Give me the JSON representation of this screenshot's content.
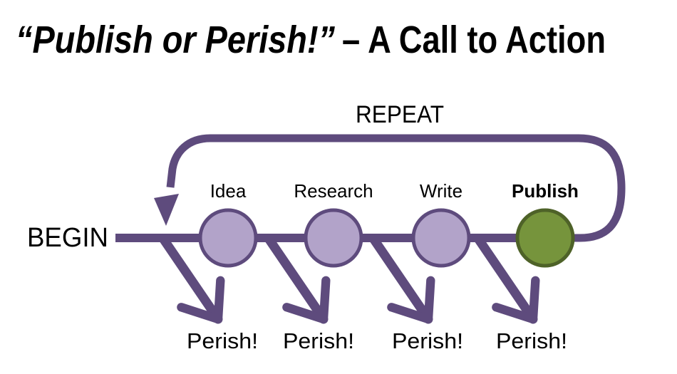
{
  "title": {
    "quote": "“Publish or Perish!”",
    "rest": "– A Call to Action"
  },
  "loop": {
    "label": "REPEAT"
  },
  "timeline": {
    "start_label": "BEGIN"
  },
  "steps": [
    {
      "label": "Idea"
    },
    {
      "label": "Research"
    },
    {
      "label": "Write"
    },
    {
      "label": "Publish"
    }
  ],
  "fail_arrows": [
    {
      "label": "Perish!"
    },
    {
      "label": "Perish!"
    },
    {
      "label": "Perish!"
    },
    {
      "label": "Perish!"
    }
  ],
  "colors": {
    "purple": "#5e4b7d",
    "step_fill": "#b2a3c9",
    "step_stroke": "#5e4b7d",
    "publish_fill": "#76943c",
    "publish_stroke": "#4e6228",
    "text": "#000000"
  }
}
